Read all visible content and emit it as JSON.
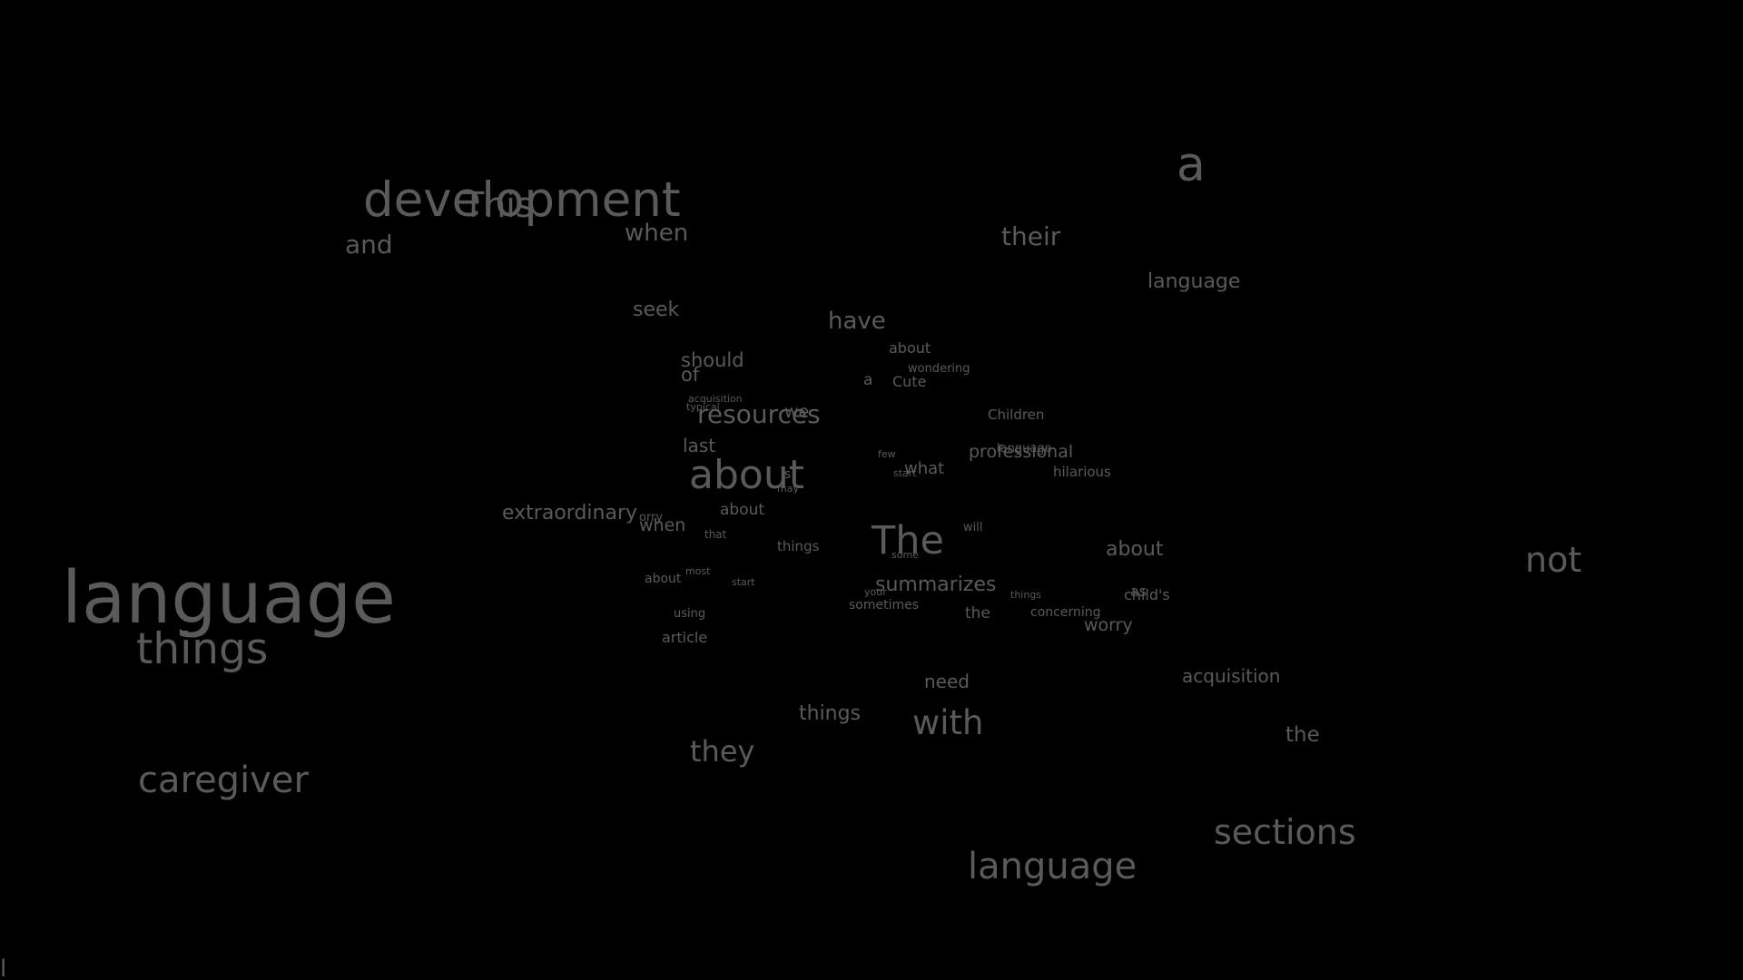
{
  "background_color": "#000000",
  "text_color": "#5a5a5a",
  "words": [
    {
      "id": "w01",
      "text": "development"
    },
    {
      "id": "w02",
      "text": "This"
    },
    {
      "id": "w03",
      "text": "and"
    },
    {
      "id": "w04",
      "text": "when"
    },
    {
      "id": "w05",
      "text": "a"
    },
    {
      "id": "w06",
      "text": "their"
    },
    {
      "id": "w07",
      "text": "language"
    },
    {
      "id": "w08",
      "text": "seek"
    },
    {
      "id": "w09",
      "text": "have"
    },
    {
      "id": "w10",
      "text": "should"
    },
    {
      "id": "w11",
      "text": "of"
    },
    {
      "id": "w12",
      "text": "about"
    },
    {
      "id": "w13",
      "text": "wondering"
    },
    {
      "id": "w14",
      "text": "a"
    },
    {
      "id": "w15",
      "text": "Cute"
    },
    {
      "id": "w16",
      "text": "acquisition"
    },
    {
      "id": "w17",
      "text": "typical"
    },
    {
      "id": "w18",
      "text": "resources"
    },
    {
      "id": "w19",
      "text": "we"
    },
    {
      "id": "w20",
      "text": "Children"
    },
    {
      "id": "w21",
      "text": "last"
    },
    {
      "id": "w22",
      "text": "few"
    },
    {
      "id": "w23",
      "text": "language"
    },
    {
      "id": "w24",
      "text": "professional"
    },
    {
      "id": "w25",
      "text": "about"
    },
    {
      "id": "w26",
      "text": "is"
    },
    {
      "id": "w27",
      "text": "may"
    },
    {
      "id": "w28",
      "text": "start"
    },
    {
      "id": "w29",
      "text": "what"
    },
    {
      "id": "w30",
      "text": "hilarious"
    },
    {
      "id": "w31",
      "text": "extraordinary"
    },
    {
      "id": "w32",
      "text": "orry"
    },
    {
      "id": "w33",
      "text": "about"
    },
    {
      "id": "w34",
      "text": "when"
    },
    {
      "id": "w35",
      "text": "that"
    },
    {
      "id": "w36",
      "text": "things"
    },
    {
      "id": "w37",
      "text": "The"
    },
    {
      "id": "w38",
      "text": "will"
    },
    {
      "id": "w39",
      "text": "some"
    },
    {
      "id": "w40",
      "text": "about"
    },
    {
      "id": "w41",
      "text": "not"
    },
    {
      "id": "w42",
      "text": "about"
    },
    {
      "id": "w43",
      "text": "most"
    },
    {
      "id": "w44",
      "text": "start"
    },
    {
      "id": "w45",
      "text": "summarizes"
    },
    {
      "id": "w46",
      "text": "your"
    },
    {
      "id": "w47",
      "text": "things"
    },
    {
      "id": "w48",
      "text": "child's"
    },
    {
      "id": "w49",
      "text": "as"
    },
    {
      "id": "w50",
      "text": "language"
    },
    {
      "id": "w51",
      "text": "things"
    },
    {
      "id": "w52",
      "text": "sometimes"
    },
    {
      "id": "w53",
      "text": "using"
    },
    {
      "id": "w54",
      "text": "the"
    },
    {
      "id": "w55",
      "text": "concerning"
    },
    {
      "id": "w56",
      "text": "worry"
    },
    {
      "id": "w57",
      "text": "article"
    },
    {
      "id": "w58",
      "text": "need"
    },
    {
      "id": "w59",
      "text": "acquisition"
    },
    {
      "id": "w60",
      "text": "things"
    },
    {
      "id": "w61",
      "text": "with"
    },
    {
      "id": "w62",
      "text": "the"
    },
    {
      "id": "w63",
      "text": "they"
    },
    {
      "id": "w64",
      "text": "caregiver"
    },
    {
      "id": "w65",
      "text": "sections"
    },
    {
      "id": "w66",
      "text": "language"
    },
    {
      "id": "w67",
      "text": "l"
    }
  ]
}
